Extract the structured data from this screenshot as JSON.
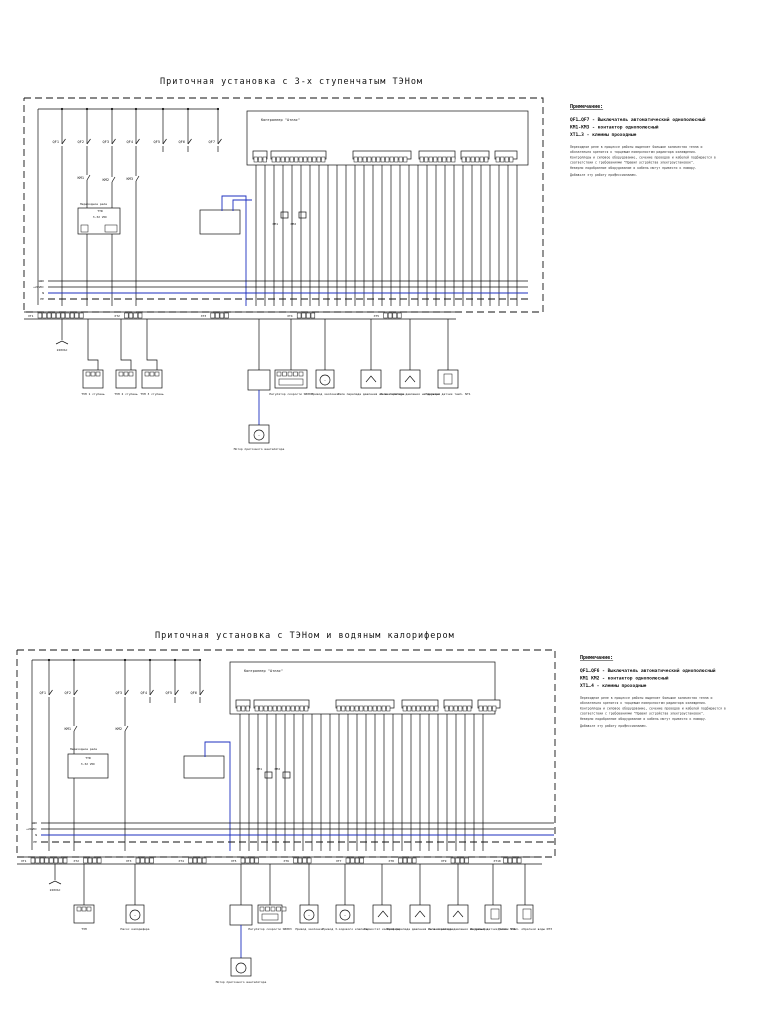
{
  "diagram1": {
    "title": "Приточная установка с 3-х ступенчатым ТЭНом",
    "controller": "Контроллер \"Атлас\"",
    "breakers": [
      "QF1",
      "QF2",
      "QF3",
      "QF4",
      "QF5",
      "QF6",
      "QF7"
    ],
    "contactors": [
      "KM1",
      "KM2",
      "KM3"
    ],
    "relay_block": {
      "label": "Переходное реле",
      "name": "TTR",
      "volt": "3-32 VDC"
    },
    "relays": [
      "KM1",
      "KM2"
    ],
    "bus_labels": [
      "GND",
      "+24VDC",
      "N",
      "PE"
    ],
    "terminal_groups": [
      "XT1",
      "XT2",
      "XT3",
      "XT4",
      "XT5"
    ],
    "voltage": "220VAC",
    "devices": [
      {
        "label": "ТЭН 1 ступень"
      },
      {
        "label": "ТЭН 2 ступень"
      },
      {
        "label": "ТЭН 3 ступень"
      },
      {
        "label": "Регулятор скорости SB003"
      },
      {
        "label": "Привод заслонки"
      },
      {
        "label": "Реле перепада давления на вентиляторе"
      },
      {
        "label": "Реле перепада давления на фильтре"
      },
      {
        "label": "Наружный датчик темп. NT1"
      }
    ],
    "motor": "Мотор приточного вентилятора",
    "notes_title": "Примечание:",
    "notes_bold": [
      "QF1…QF7 - Выключатель автоматический однополюсный",
      "KM1-KM3 - контактор однополюсный",
      "XT1…3 - клеммы проходные"
    ],
    "notes_text": [
      "Переходное реле в процессе работы выделяет большое количество тепла и",
      "обязательно крепится к торцевым поверхностям радиатора охлаждения.",
      "Контроллеры и силовое оборудование, сечение проводов и кабелей подбирается в",
      "соответствии с требованиями \"Правил устройства электроустановок\".",
      "Неверно подобранное оборудование и кабель могут привести к пожару.",
      "Добавьте эту работу профессионалам."
    ]
  },
  "diagram2": {
    "title": "Приточная установка с ТЭНом и водяным калорифером",
    "controller": "Контроллер \"Атлас\"",
    "breakers": [
      "QF1",
      "QF2",
      "QF3",
      "QF4",
      "QF5",
      "QF6"
    ],
    "contactors": [
      "KM1",
      "KM2"
    ],
    "relay_block": {
      "label": "Переходное реле",
      "name": "TTR",
      "volt": "3-32 VDC"
    },
    "relays": [
      "KM1",
      "KM2"
    ],
    "bus_labels": [
      "GND",
      "+24VDC",
      "N",
      "PE"
    ],
    "terminal_groups": [
      "XT1",
      "XT2",
      "XT3",
      "XT4",
      "XT5",
      "XT6",
      "XT7",
      "XT8",
      "XT9",
      "XT10"
    ],
    "voltage": "220VAC",
    "devices": [
      {
        "label": "ТЭН"
      },
      {
        "label": "Насос калорифера"
      },
      {
        "label": "Регулятор скорости SB003"
      },
      {
        "label": "Привод заслонки"
      },
      {
        "label": "Привод 3-ходового клапана"
      },
      {
        "label": "Термостат калорифера"
      },
      {
        "label": "Реле перепада давления на вентиляторе"
      },
      {
        "label": "Реле перепада давления на фильтре"
      },
      {
        "label": "Наружный датчик темп. NT1"
      },
      {
        "label": "Датчик темп. обратной воды NT3"
      }
    ],
    "motor": "Мотор приточного вентилятора",
    "notes_title": "Примечание:",
    "notes_bold": [
      "QF1…QF6 - Выключатель автоматический однополюсный",
      "KM1 KM2 - контактор однополюсный",
      "XT1…4 - клеммы проходные"
    ],
    "notes_text": [
      "Переходное реле в процессе работы выделяет большое количество тепла и",
      "обязательно крепится к торцевым поверхностям радиатора охлаждения.",
      "Контроллеры и силовое оборудование, сечение проводов и кабелей подбирается в",
      "соответствии с требованиями \"Правил устройства электроустановок\".",
      "Неверно подобранное оборудование и кабель могут привести к пожару.",
      "Добавьте эту работу профессионалам."
    ]
  }
}
